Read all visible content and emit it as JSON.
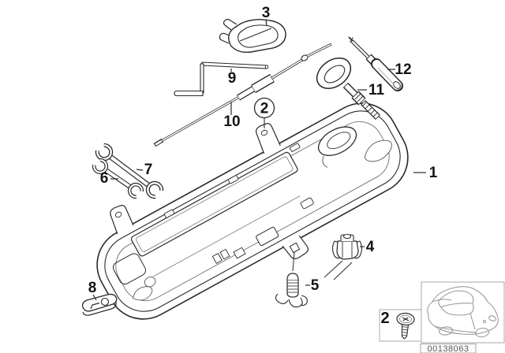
{
  "callouts": {
    "c1": "1",
    "c2": "2",
    "c3": "3",
    "c4": "4",
    "c5": "5",
    "c6": "6",
    "c7": "7",
    "c8": "8",
    "c9": "9",
    "c10": "10",
    "c11": "11",
    "c12": "12"
  },
  "inset_box": {
    "label": "2"
  },
  "footer": {
    "document_number": "00138063"
  },
  "colors": {
    "line": "#2a2a2a",
    "box_border": "#a8a8a8",
    "car_line": "#9b9b9b",
    "doc_text": "#555555",
    "background": "#ffffff"
  }
}
